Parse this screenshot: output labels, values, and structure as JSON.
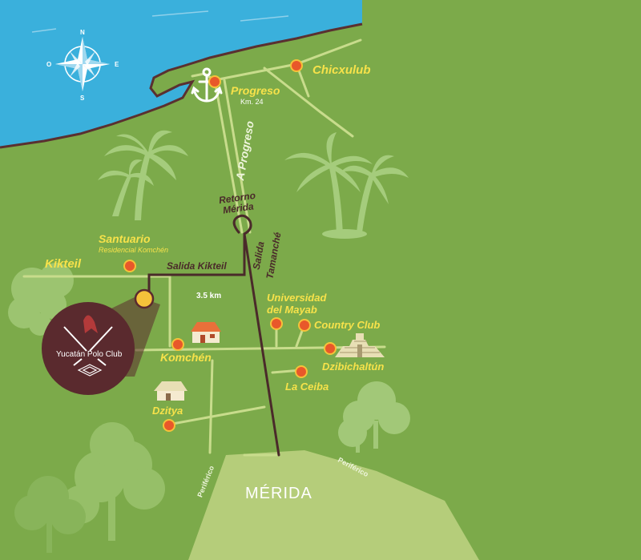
{
  "map": {
    "colors": {
      "sea": "#3ab0dc",
      "land": "#7caa4a",
      "coast": "#5a3030",
      "road_light": "#c8dc8c",
      "road_dark": "#4a2a2a",
      "city_area": "#b5cd7a",
      "marker": "#e8582a",
      "marker_highlight": "#f5c23a",
      "label": "#f7e24a",
      "club_circle": "#5a2a2e"
    },
    "compass": {
      "n": "N",
      "e": "E",
      "s": "S",
      "o": "O"
    },
    "places": {
      "chicxulub": "Chicxulub",
      "progreso": "Progreso",
      "progreso_km": "Km. 24",
      "santuario": "Santuario",
      "santuario_sub": "Residencial Komchén",
      "kikteil": "Kikteil",
      "komchen": "Komchén",
      "dzitya": "Dzitya",
      "universidad_line1": "Universidad",
      "universidad_line2": "del Mayab",
      "country_club": "Country Club",
      "dzibichaltun": "Dzibichaltún",
      "la_ceiba": "La Ceiba",
      "merida": "MÉRIDA"
    },
    "roads": {
      "a_progreso": "A Progreso",
      "retorno_line1": "Retorno",
      "retorno_line2": "Mérida",
      "salida_kikteil": "Salida Kikteil",
      "salida_tamanche_line1": "Salida",
      "salida_tamanche_line2": "Tamanché",
      "distance": "3.5 km",
      "periferico_left": "Periférico",
      "periferico_right": "Periférico"
    },
    "club": {
      "name": "Yucatán Polo Club"
    },
    "icons": [
      "compass-rose-icon",
      "anchor-icon",
      "palm-tree-icon",
      "tree-icon",
      "house-icon",
      "hut-icon",
      "pyramid-icon",
      "polo-logo-icon",
      "location-marker-icon"
    ]
  }
}
